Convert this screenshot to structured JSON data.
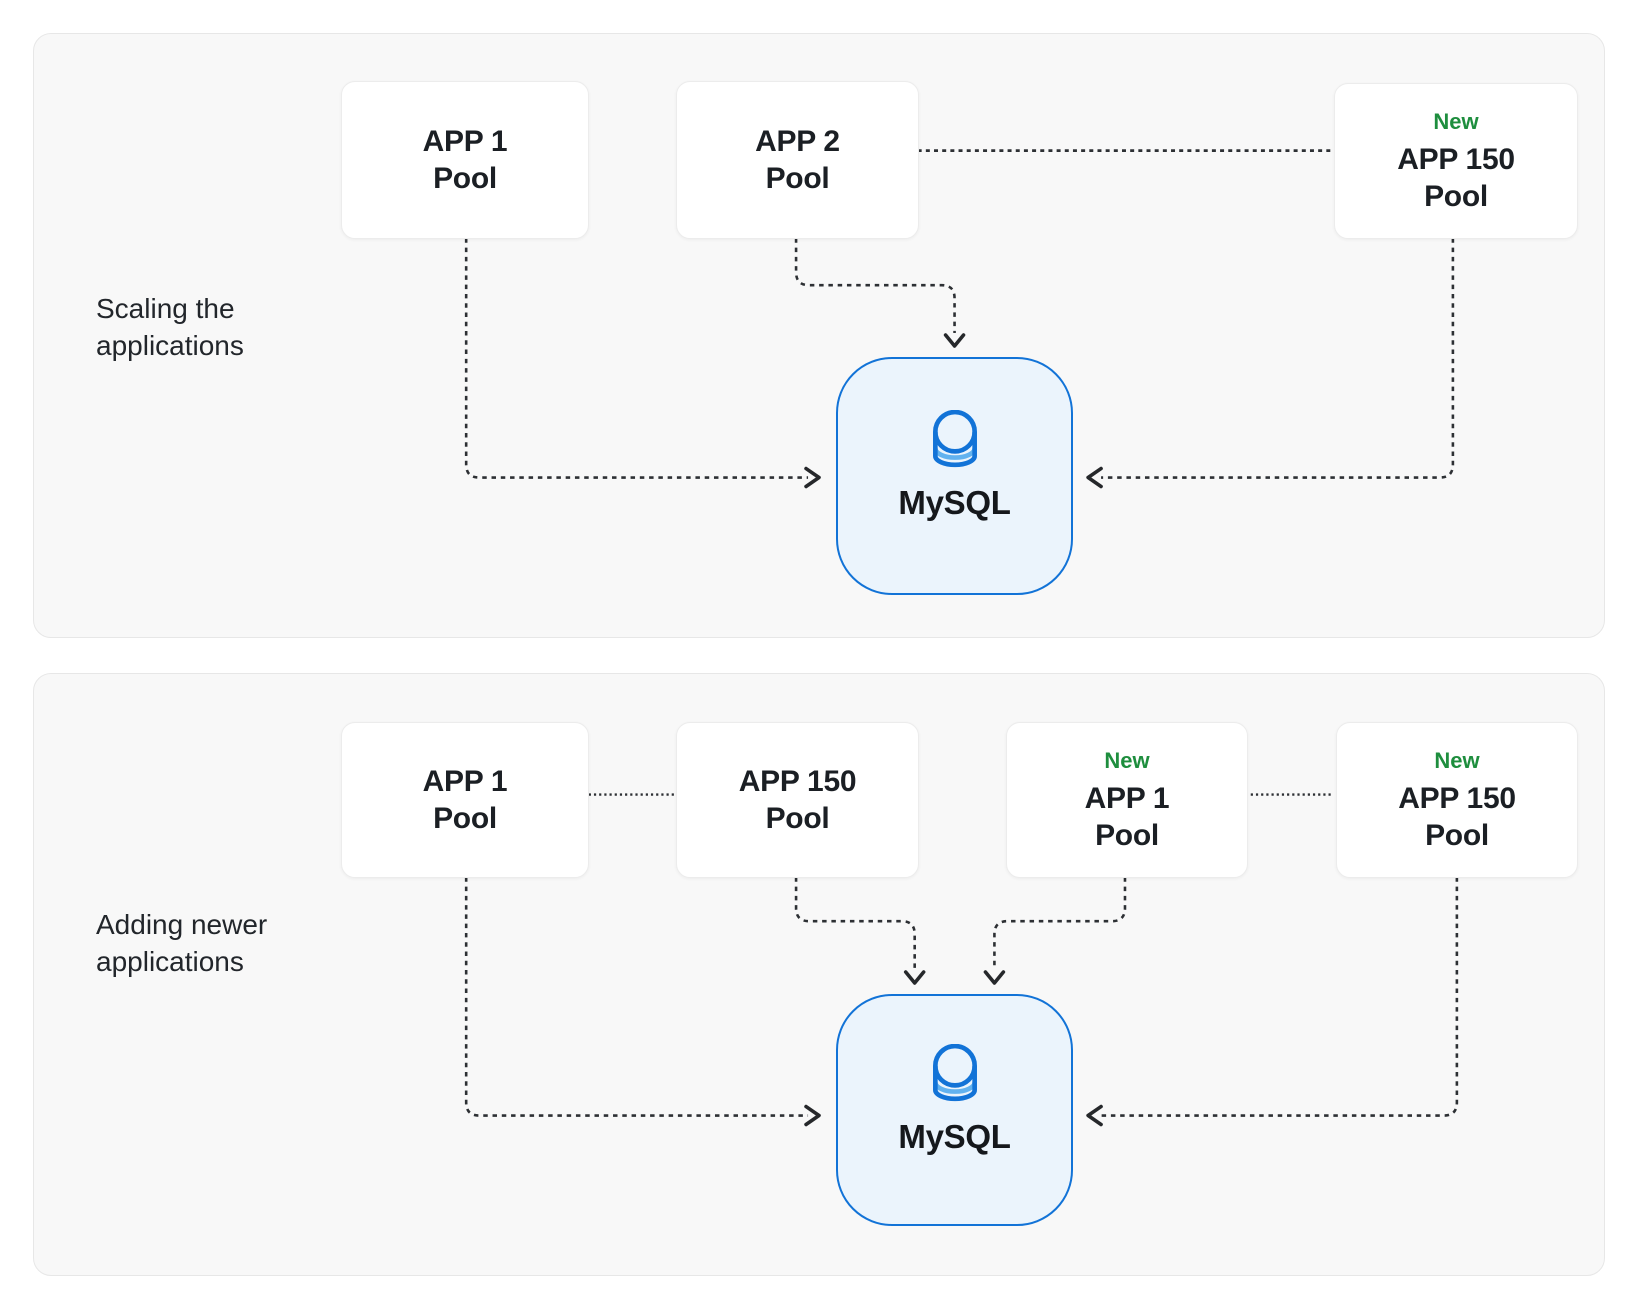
{
  "panel1": {
    "label": "Scaling the applications",
    "nodes": [
      {
        "title": "APP 1",
        "subtitle": "Pool"
      },
      {
        "title": "APP 2",
        "subtitle": "Pool"
      },
      {
        "badge": "New",
        "title": "APP 150",
        "subtitle": "Pool"
      }
    ],
    "database": {
      "label": "MySQL"
    }
  },
  "panel2": {
    "label": "Adding newer applications",
    "nodes": [
      {
        "title": "APP 1",
        "subtitle": "Pool"
      },
      {
        "title": "APP 150",
        "subtitle": "Pool"
      },
      {
        "badge": "New",
        "title": "APP 1",
        "subtitle": "Pool"
      },
      {
        "badge": "New",
        "title": "APP 150",
        "subtitle": "Pool"
      }
    ],
    "database": {
      "label": "MySQL"
    }
  },
  "icons": {
    "database": "database-cylinder-icon"
  },
  "colors": {
    "page_background": "#ffffff",
    "panel_background": "#f8f8f8",
    "badge_green": "#1e8e3e",
    "db_border_blue": "#1273d7",
    "db_fill_blue": "#ebf4fc",
    "db_icon_light_blue": "#62b2ef",
    "connector_dark": "#2d3034"
  }
}
